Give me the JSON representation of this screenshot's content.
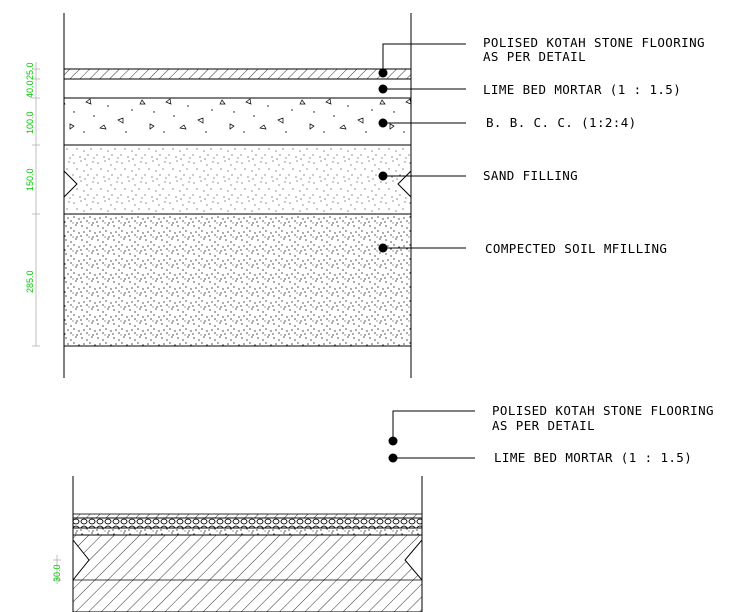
{
  "colors": {
    "line": "#000000",
    "dimension": "#00c800",
    "background": "#ffffff"
  },
  "section_1": {
    "labels": [
      "POLISED KOTAH STONE FLOORING",
      "AS PER DETAIL",
      "LIME BED MORTAR (1 : 1.5)",
      "B. B. C. C. (1:2:4)",
      "SAND FILLING",
      "COMPECTED SOIL MFILLING"
    ],
    "dimensions": [
      "40.0",
      "25.0",
      "100.0",
      "150.0",
      "285.0"
    ]
  },
  "section_2": {
    "labels": [
      "POLISED KOTAH STONE FLOORING",
      "AS PER DETAIL",
      "LIME BED MORTAR (1 : 1.5)"
    ],
    "dimensions": [
      "30.0"
    ]
  }
}
